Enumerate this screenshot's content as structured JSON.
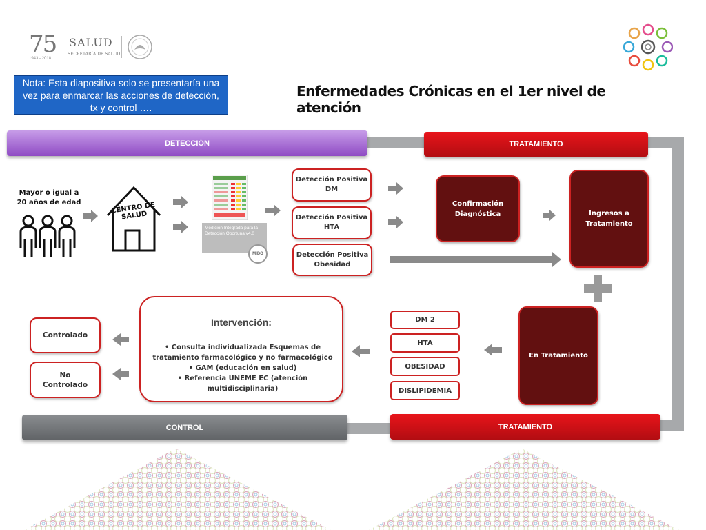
{
  "header": {
    "logo_number": "75",
    "logo_years": "1943 - 2018",
    "logo_salud": "SALUD",
    "logo_secretaria": "SECRETARÍA DE SALUD"
  },
  "note": "Nota: Esta diapositiva solo se presentaría una vez para enmarcar las acciones de detección, tx y control ….",
  "title": "Enfermedades Crónicas en el 1er nivel de atención",
  "bars": {
    "deteccion": "DETECCIÓN",
    "tratamiento_top": "TRATAMIENTO",
    "control": "CONTROL",
    "tratamiento_bottom": "TRATAMIENTO"
  },
  "population": "Mayor o igual a 20 años de edad",
  "centro_salud": "CENTRO DE SALUD",
  "mido": {
    "caption": "Medición Integrada para la Detección Oportuna v4.0",
    "logo": "MIDO"
  },
  "detections": [
    "Detección Positiva DM",
    "Detección Positiva HTA",
    "Detección Positiva Obesidad"
  ],
  "confirmacion": "Confirmación Diagnóstica",
  "ingresos": "Ingresos a Tratamiento",
  "en_tratamiento": "En Tratamiento",
  "conditions": [
    "DM 2",
    "HTA",
    "OBESIDAD",
    "DISLIPIDEMIA"
  ],
  "intervencion": {
    "title": "Intervención:",
    "items": [
      "Consulta individualizada Esquemas de tratamiento farmacológico y no farmacológico",
      "GAM (educación en salud)",
      "Referencia UNEME EC (atención multidisciplinaria)"
    ]
  },
  "outcomes": {
    "controlado": "Controlado",
    "no_controlado": "No Controlado"
  },
  "colors": {
    "red": "#cc2222",
    "dark_red": "#621010",
    "purple": "#9a55cf",
    "gray": "#707376",
    "blue": "#1f66c6"
  }
}
